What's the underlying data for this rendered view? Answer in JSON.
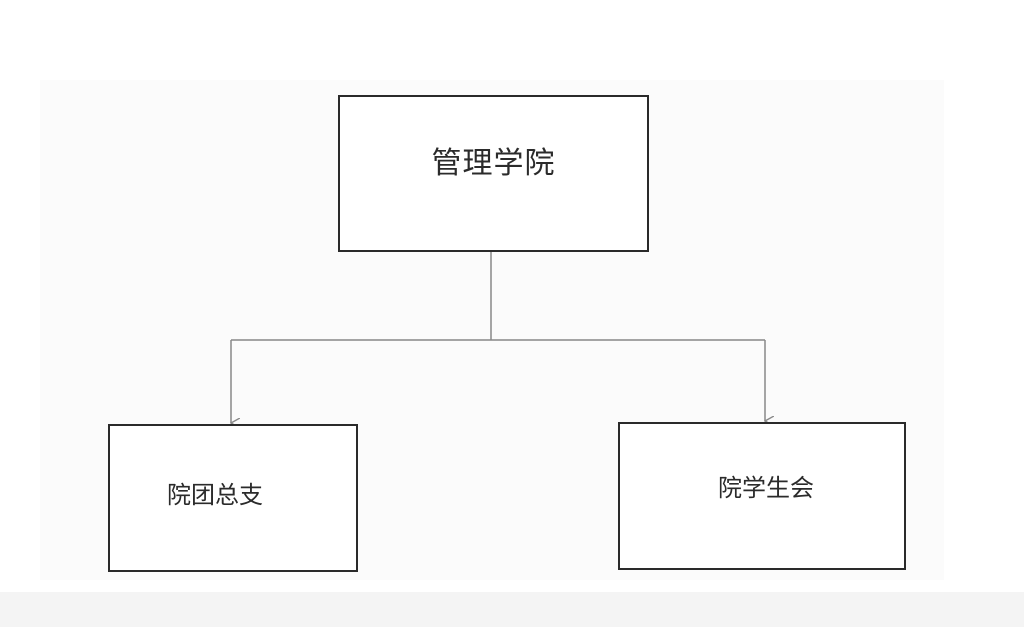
{
  "diagram": {
    "root": {
      "label": "管理学院"
    },
    "children": [
      {
        "label": "院团总支"
      },
      {
        "label": "院学生会"
      }
    ]
  },
  "colors": {
    "box_border": "#2a2a2a",
    "connector": "#888888",
    "text": "#2b2b2b"
  }
}
